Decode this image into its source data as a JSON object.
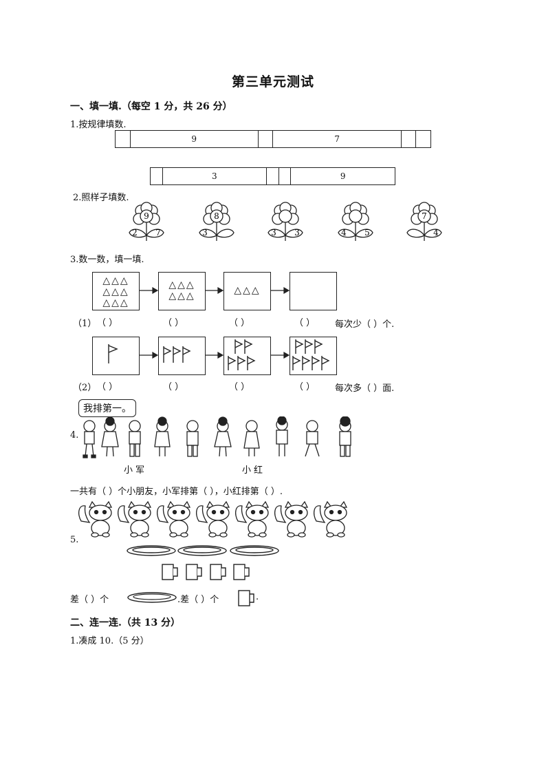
{
  "title": "第三单元测试",
  "section1": {
    "heading": "一、填一填.（每空 1 分，共 26 分）",
    "q1": {
      "label": "1.按规律填数.",
      "row1": [
        "",
        "9",
        "",
        "7",
        "",
        ""
      ],
      "row2": [
        "",
        "3",
        "",
        "",
        "9"
      ]
    },
    "q2": {
      "label": "2.照样子填数.",
      "flowers": [
        {
          "top": "9",
          "left": "2",
          "right": "7"
        },
        {
          "top": "8",
          "left": "3",
          "right": ""
        },
        {
          "top": "",
          "left": "3",
          "right": "3"
        },
        {
          "top": "",
          "left": "4",
          "right": "5"
        },
        {
          "top": "7",
          "left": "",
          "right": "4"
        }
      ]
    },
    "q3": {
      "label": "3.数一数，填一填.",
      "row1_prefix": "（1）",
      "row1_blank": "（      ）",
      "row1_suffix": "每次少（      ）个.",
      "row1_triangles": [
        9,
        6,
        3,
        0
      ],
      "row2_prefix": "（2）",
      "row2_blank": "（      ）",
      "row2_suffix": "每次多（      ）面.",
      "row2_flags": [
        1,
        3,
        5,
        7
      ]
    },
    "q4": {
      "number": "4.",
      "speech": "我排第一。",
      "name_xiaojun": "小军",
      "name_xiaohong": "小红",
      "question": "一共有（      ）个小朋友，小军排第（      ），小红排第（      ）."
    },
    "q5": {
      "number": "5.",
      "fox_count": 7,
      "plate_count": 3,
      "cup_count": 4,
      "answer_part1": "差（      ）个",
      "answer_part2": ".差（      ）个",
      "answer_end": "."
    }
  },
  "section2": {
    "heading": "二、连一连.（共 13 分）",
    "q1_label": "1.凑成 10.（5 分）"
  }
}
